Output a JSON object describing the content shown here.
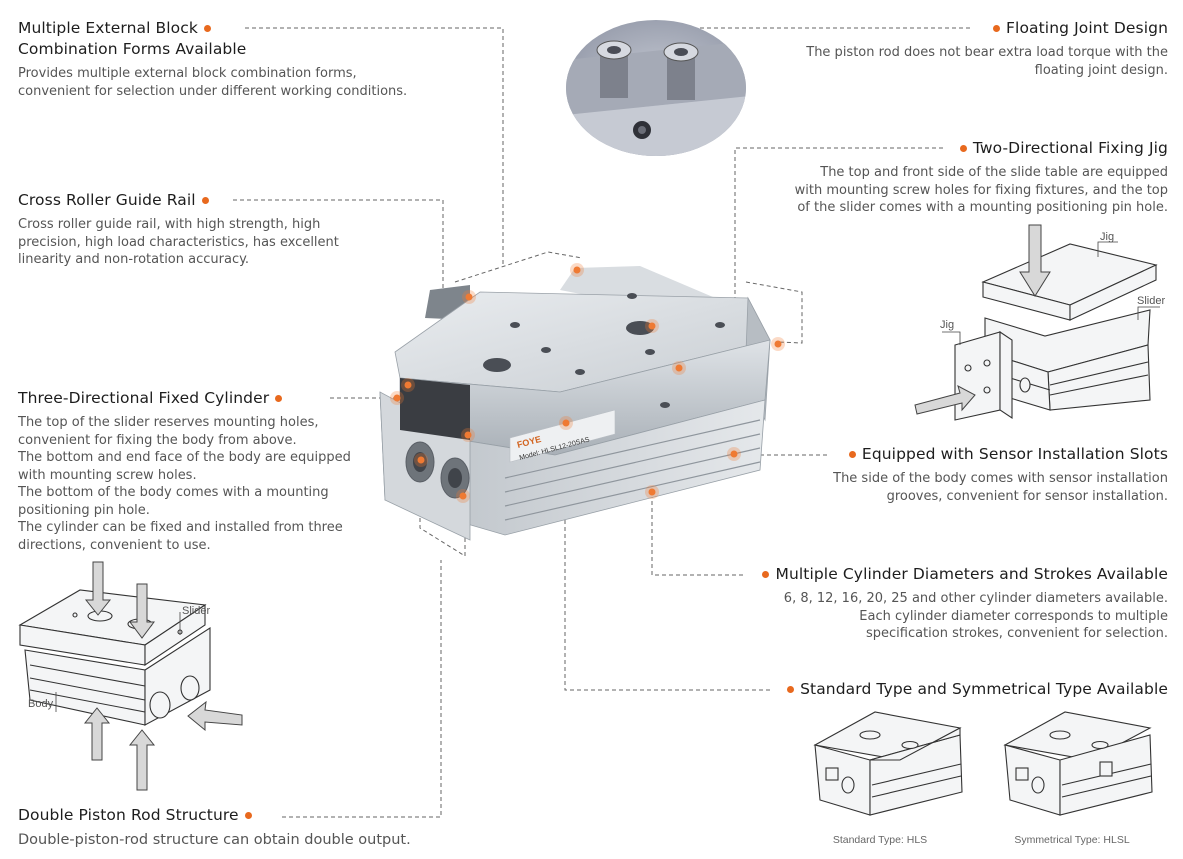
{
  "accent_color": "#e8691e",
  "features": {
    "multi_block": {
      "title_line1": "Multiple External Block",
      "title_line2": "Combination Forms Available",
      "desc_line1": "Provides multiple external block combination forms,",
      "desc_line2": "convenient for selection under different working conditions."
    },
    "cross_roller": {
      "title": "Cross Roller Guide Rail",
      "desc_line1": "Cross roller guide rail, with high strength, high",
      "desc_line2": "precision, high load characteristics, has excellent",
      "desc_line3": "linearity and non-rotation accuracy."
    },
    "three_dir": {
      "title": "Three-Directional Fixed Cylinder",
      "desc_lines": [
        "The top of the slider reserves mounting holes,",
        "convenient for fixing the body from above.",
        "The bottom and end face of the body are equipped",
        "with mounting screw holes.",
        "The bottom of the body comes with a mounting",
        "positioning pin hole.",
        "The cylinder can be fixed and installed from three",
        "directions, convenient to use."
      ]
    },
    "double_piston": {
      "title": "Double Piston Rod Structure",
      "desc": "Double-piston-rod structure can obtain double output."
    },
    "floating_joint": {
      "title": "Floating Joint Design",
      "desc_line1": "The piston rod does not bear extra load torque with the",
      "desc_line2": "floating joint design."
    },
    "two_dir": {
      "title": "Two-Directional Fixing Jig",
      "desc_line1": "The top and front side of the slide table are equipped",
      "desc_line2": "with mounting screw holes for fixing fixtures, and the top",
      "desc_line3": "of the slider comes with a mounting positioning pin hole."
    },
    "sensor": {
      "title": "Equipped with Sensor Installation Slots",
      "desc_line1": "The side of the body comes with sensor installation",
      "desc_line2": "grooves, convenient for sensor installation."
    },
    "diameters": {
      "title": "Multiple Cylinder Diameters and Strokes Available",
      "desc_line1": "6, 8, 12, 16, 20, 25 and other cylinder diameters available.",
      "desc_line2": "Each cylinder diameter corresponds to multiple",
      "desc_line3": "specification strokes, convenient for selection."
    },
    "types": {
      "title": "Standard Type and Symmetrical Type Available"
    }
  },
  "diagram_labels": {
    "slider": "Slider",
    "body": "Body",
    "jig": "Jig"
  },
  "product": {
    "brand": "FOYE",
    "model_text": "Model: HLSL12-20SAS"
  },
  "captions": {
    "standard": "Standard Type: HLS",
    "symmetrical": "Symmetrical Type: HLSL"
  }
}
